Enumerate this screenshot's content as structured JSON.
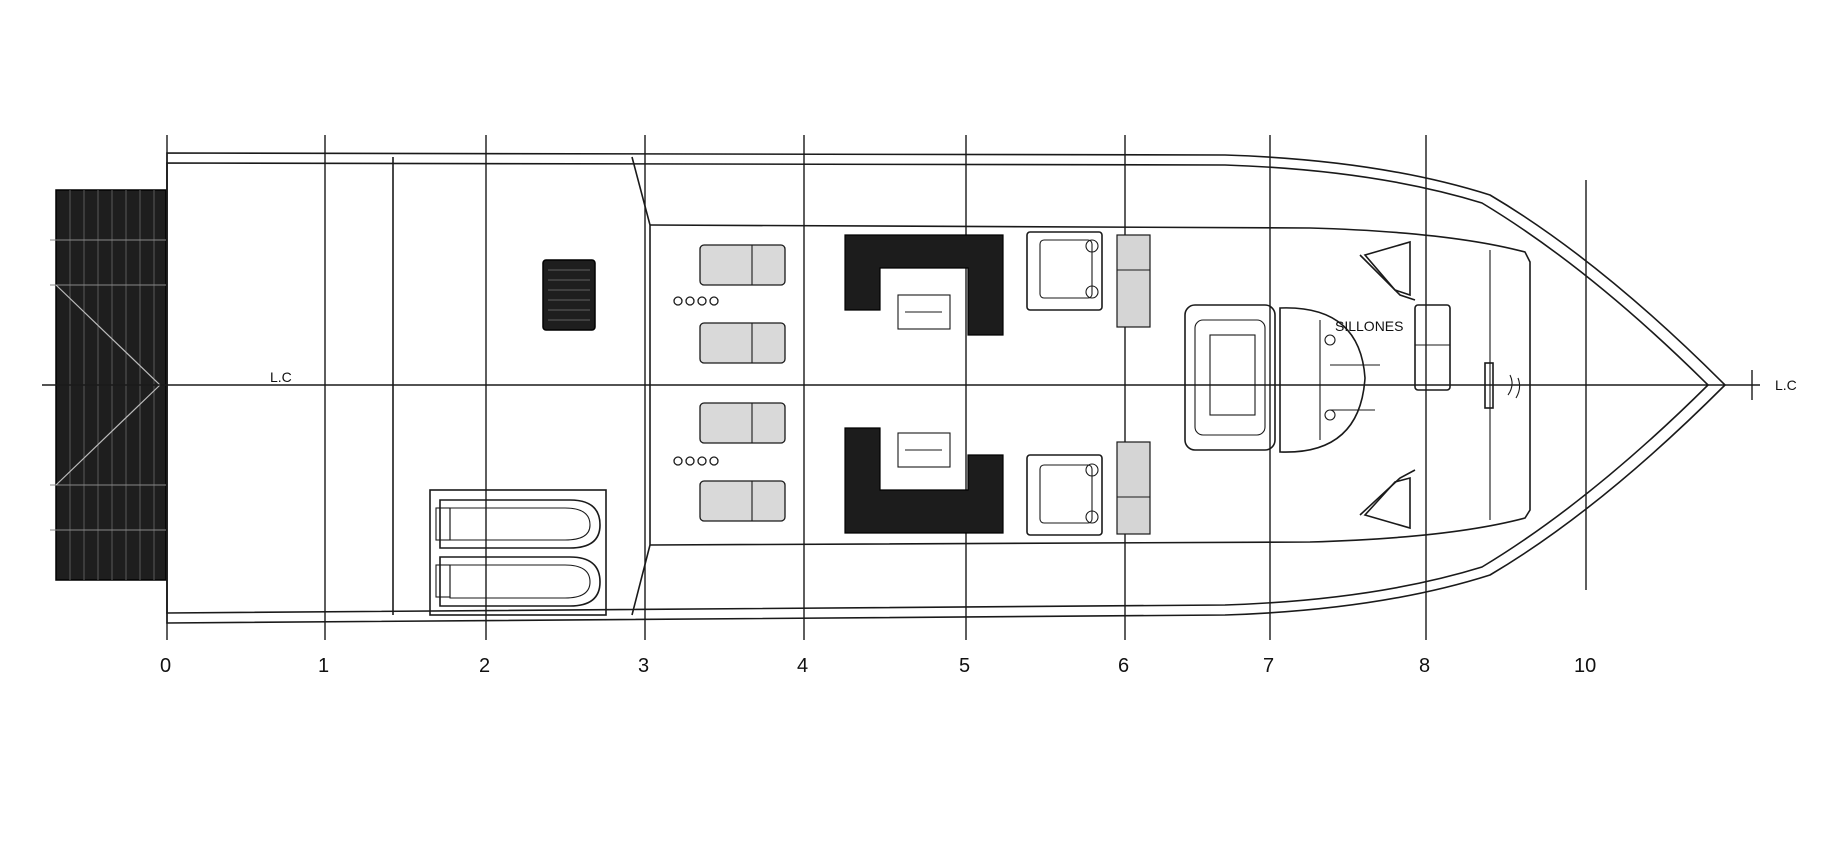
{
  "drawing": {
    "centerline_label_left": "L.C",
    "centerline_label_right": "L.C",
    "area_label": "SILLONES",
    "frame_labels": [
      "0",
      "1",
      "2",
      "3",
      "4",
      "5",
      "6",
      "7",
      "8",
      "10"
    ]
  },
  "colors": {
    "line": "#1a1a1a",
    "fill_light": "#d9d9d9",
    "fill_dark": "#1c1c1c",
    "background": "#ffffff"
  }
}
